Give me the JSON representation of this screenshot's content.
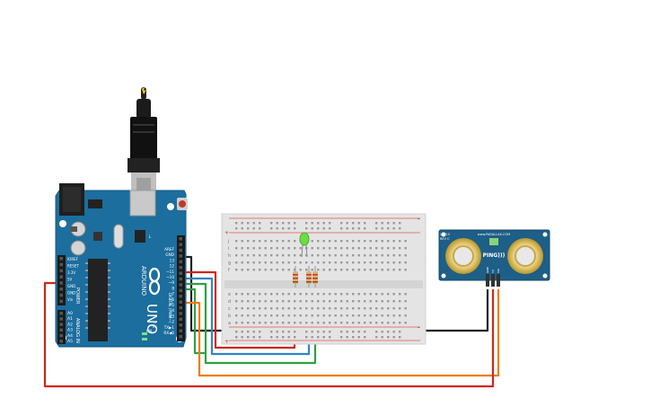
{
  "arduino": {
    "brand": "ARDUINO",
    "model": "UNO",
    "digital_label": "DIGITAL (PWM~)",
    "power_label": "POWER",
    "analog_label": "ANALOG IN",
    "tx_label": "TX",
    "rx_label": "RX",
    "on_label": "ON",
    "l_label": "L",
    "digital_pins": [
      "AREF",
      "GND",
      "13",
      "12",
      "~11",
      "~10",
      "~9",
      "8",
      "7",
      "~6",
      "~5",
      "4",
      "~3",
      "2",
      "TX▶1",
      "RX◀0"
    ],
    "power_pins": [
      "IOREF",
      "RESET",
      "3.3V",
      "5V",
      "GND",
      "GND",
      "Vin"
    ],
    "analog_pins": [
      "A0",
      "A1",
      "A2",
      "A3",
      "A4",
      "A5"
    ]
  },
  "breadboard": {
    "row_letters_top": [
      "j",
      "i",
      "h",
      "g",
      "f"
    ],
    "row_letters_bottom": [
      "e",
      "d",
      "c",
      "b",
      "a"
    ],
    "plus": "+",
    "minus": "-"
  },
  "sensor": {
    "name": "PING)))",
    "website": "www.PARALLAX.COM",
    "part": "28015",
    "rev": "REV C",
    "pins": [
      "GND",
      "5V",
      "SIG"
    ]
  },
  "colors": {
    "board_blue": "#1c6e9e",
    "wire_red": "#d0261c",
    "wire_black": "#222222",
    "wire_blue": "#2f84c6",
    "wire_green": "#2ea043",
    "wire_orange": "#ee7d10",
    "led_green": "#6ddc44",
    "sensor_blue": "#1d5f86"
  },
  "icons": {
    "arduino_logo": "infinity-icon",
    "usb": "usb-cable-icon"
  }
}
